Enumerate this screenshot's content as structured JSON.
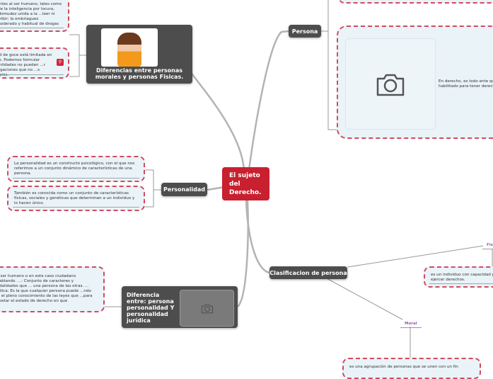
{
  "center": {
    "title": "El sujeto del Derecho."
  },
  "persona": {
    "label": "Persona",
    "note": "En derecho, es todo ente que está habilitado para tener derechos"
  },
  "diferencias": {
    "label": "Diferencias entre personas morales y personas Fisicas.",
    "note1": "...pende exclusivamente de ...entes al ser humano, tales como ... de la inteligencia por locura, ...rdomudez unida a la ...leer ni escribir; la embriaguez ...moderado y habitual de drogas",
    "note2": "...ad de goce está limitada en ...es. Podemos formular ...entidades no pueden ...r obligaciones que no ...s propios."
  },
  "personalidad": {
    "label": "Personalidad",
    "note1": "La personalidad es un constructo psicológico, con el que nos referimos a un conjunto dinámico de características de una persona.",
    "note2": "También es conocida como un conjunto de características físicas, sociales y genéticas que determinan a un individuo y lo hacen único."
  },
  "diferencia_entre": {
    "label": "Diferencia entre: persona personalidad Y personalidad jurídica",
    "note": "...o ser humano o en este caso ciudadano ...nablando. ...: Conjunto de caracteres y modalidades que ... una persona de las otras. ... Jurídica: Es la que cualquier persona puede ...ndo con el pleno conocimiento de las leyes que ...para respetar el estado de derecho en que"
  },
  "clasificacion": {
    "label": "Clasificacion de persona",
    "fisica": {
      "label": "Fís",
      "note": "es un individuo con capacidad para ejercer derechos."
    },
    "moral": {
      "label": "Moral",
      "note": "es una agrupación de personas que se unen con un fin"
    }
  }
}
